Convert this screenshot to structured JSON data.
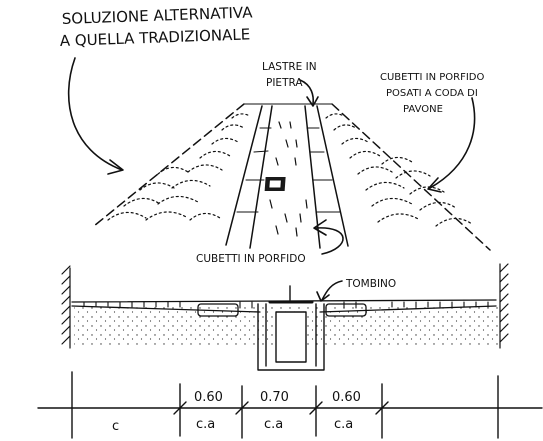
{
  "title": {
    "line1": "SOLUZIONE ALTERNATIVA",
    "line2": "A QUELLA TRADIZIONALE"
  },
  "labels": {
    "stone_slabs_1": "LASTRE IN",
    "stone_slabs_2": "PIETRA",
    "fan_cobbles_1": "CUBETTI IN PORFIDO",
    "fan_cobbles_2": "POSATI A CODA DI",
    "fan_cobbles_3": "PAVONE",
    "porphyry_cobbles": "CUBETTI IN PORFIDO",
    "manhole": "TOMBINO"
  },
  "dimensions": {
    "left": "c",
    "seg1_value": "0.60",
    "seg1_code": "c.a",
    "seg2_value": "0.70",
    "seg2_code": "c.a",
    "seg3_value": "0.60",
    "seg3_code": "c.a"
  }
}
